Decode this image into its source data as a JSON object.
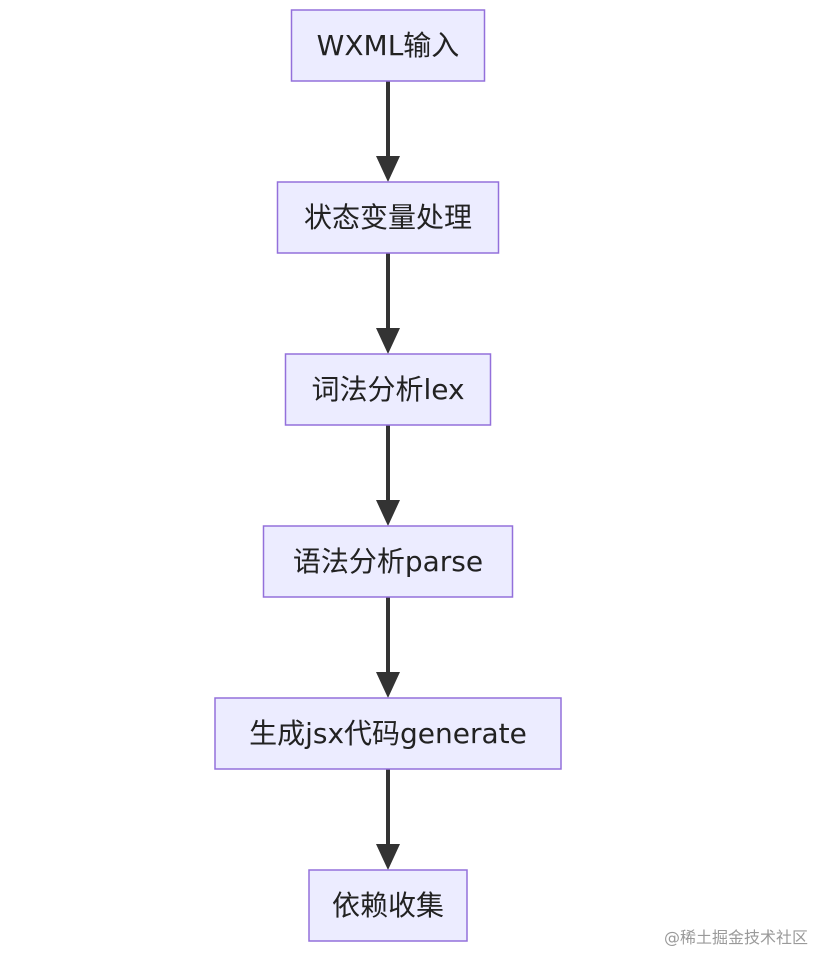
{
  "diagram": {
    "type": "flowchart",
    "direction": "top-to-bottom",
    "nodes": [
      {
        "id": "n1",
        "label": "WXML输入"
      },
      {
        "id": "n2",
        "label": "状态变量处理"
      },
      {
        "id": "n3",
        "label": "词法分析lex"
      },
      {
        "id": "n4",
        "label": "语法分析parse"
      },
      {
        "id": "n5",
        "label": "生成jsx代码generate"
      },
      {
        "id": "n6",
        "label": "依赖收集"
      }
    ],
    "edges": [
      {
        "from": "n1",
        "to": "n2"
      },
      {
        "from": "n2",
        "to": "n3"
      },
      {
        "from": "n3",
        "to": "n4"
      },
      {
        "from": "n4",
        "to": "n5"
      },
      {
        "from": "n5",
        "to": "n6"
      }
    ]
  },
  "colors": {
    "node_fill": "#ECECFF",
    "node_border": "#9370DB",
    "edge": "#333333",
    "text": "#222222",
    "watermark": "#9A9A9A"
  },
  "watermark": "@稀土掘金技术社区"
}
